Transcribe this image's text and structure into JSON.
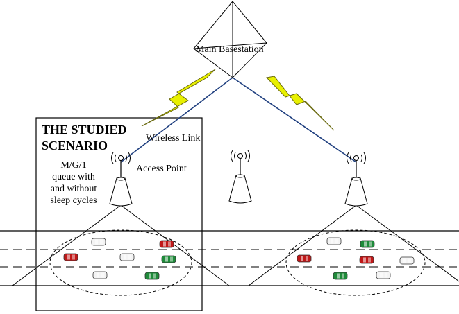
{
  "diagram": {
    "main_basestation_label": "Main Basestation",
    "wireless_link_label": "Wireless Link",
    "access_point_label": "Access Point",
    "scenario_title_line1": "THE STUDIED",
    "scenario_title_line2": "SCENARIO",
    "queue_note_lines": [
      "M/G/1",
      "queue with",
      "and without",
      "sleep cycles"
    ]
  },
  "colors": {
    "lightning_fill": "#e8f000",
    "lightning_stroke": "#6a6a10",
    "link_line": "#1f3f7f",
    "car_red": "#c01818",
    "car_green": "#1f8a3a",
    "car_white": "#f4f4f4"
  },
  "icons": [
    "basestation-pyramid-icon",
    "lightning-link-icon",
    "access-point-icon",
    "car-icon"
  ]
}
